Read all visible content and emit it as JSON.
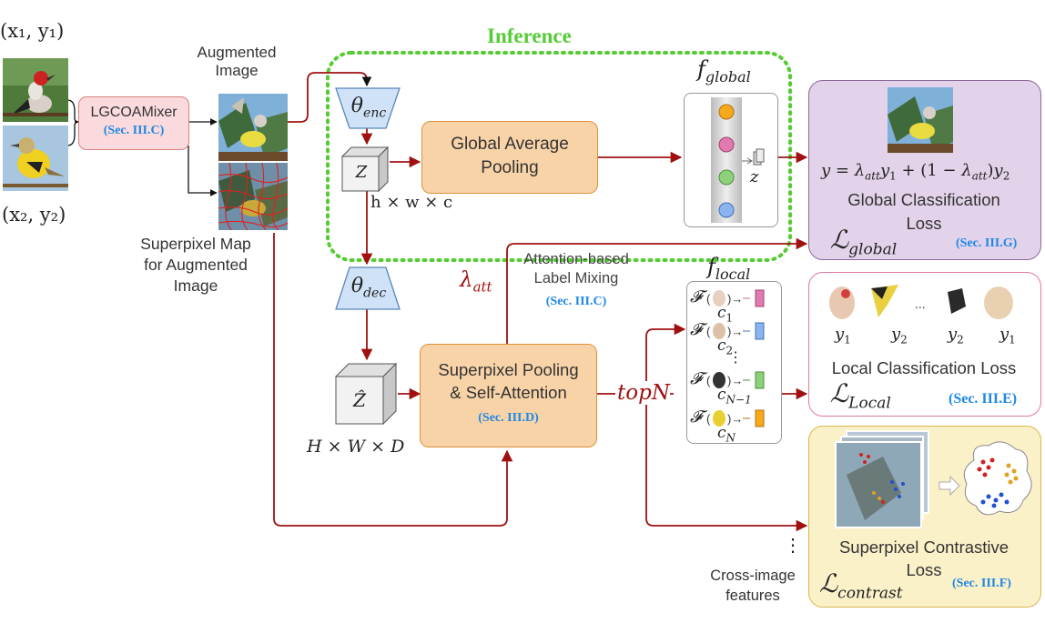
{
  "inputs": {
    "pair1": "(x₁, y₁)",
    "pair2": "(x₂, y₂)"
  },
  "mixer": {
    "title": "LGCOAMixer",
    "sec": "(Sec. III.C)"
  },
  "augmented_label": [
    "Augmented",
    "Image"
  ],
  "superpixel_label": [
    "Superpixel Map",
    "for Augmented",
    "Image"
  ],
  "inference_label": "Inference",
  "encoder": {
    "symbol": "θ",
    "sub": "enc"
  },
  "decoder": {
    "symbol": "θ",
    "sub": "dec"
  },
  "z_small": {
    "symbol": "Z",
    "dims": "h × w × c"
  },
  "z_large": {
    "symbol": "Ẑ",
    "dims": "H × W × D"
  },
  "gap": {
    "line1": "Global Average",
    "line2": "Pooling"
  },
  "sp_pool": {
    "line1": "Superpixel Pooling",
    "line2": "& Self-Attention",
    "sec": "(Sec. III.D)"
  },
  "f_global": {
    "symbol": "f",
    "sub": "global",
    "z": "z"
  },
  "f_local": {
    "symbol": "f",
    "sub": "local",
    "items": [
      {
        "F": "𝓕",
        "c": "c",
        "sub": "1"
      },
      {
        "F": "𝓕",
        "c": "c",
        "sub": "2"
      },
      {
        "F": "𝓕",
        "c": "c",
        "sub": "N−1"
      },
      {
        "F": "𝓕",
        "c": "c",
        "sub": "N"
      }
    ]
  },
  "lambda_att": {
    "symbol": "λ",
    "sub": "att"
  },
  "label_mixing": {
    "line1": "Attention-based",
    "line2": "Label Mixing",
    "sec": "(Sec. III.C)"
  },
  "topN": "topN",
  "global_loss": {
    "formula": "y = λattY1 + (1 − λatt)y2",
    "formula_parts": {
      "y": "y",
      "eq": " = ",
      "lam": "λ",
      "att": "att",
      "y1": "y",
      "s1": "1",
      "plus": " + (1 − ",
      "lam2": "λ",
      "att2": "att",
      "close": ")",
      "y2": "y",
      "s2": "2"
    },
    "title1": "Global Classification",
    "title2": "Loss",
    "L_symbol": "ℒ",
    "L_sub": "global",
    "sec": "(Sec. III.G)"
  },
  "local_loss": {
    "labels": [
      "y",
      "y",
      "y",
      "y"
    ],
    "label_subs": [
      "1",
      "2",
      "2",
      "1"
    ],
    "ellipsis": "...",
    "title": "Local Classification Loss",
    "L_symbol": "ℒ",
    "L_sub": "Local",
    "sec": "(Sec. III.E)"
  },
  "contrast_loss": {
    "title1": "Superpixel Contrastive",
    "title2": "Loss",
    "L_symbol": "ℒ",
    "L_sub": "contrast",
    "sec": "(Sec. III.F)"
  },
  "cross_image": {
    "dots": "⋮",
    "line1": "Cross-image",
    "line2": "features"
  },
  "colors": {
    "arrow": "#a01010",
    "inference": "#55cc33",
    "mixer_fill": "#fadadd",
    "mixer_border": "#d98080",
    "orange_fill": "#f9d3a8",
    "orange_border": "#d8923a",
    "encdec_fill": "#cfe2f8",
    "encdec_border": "#5a86b8",
    "purple_fill": "#e3d3ea",
    "purple_border": "#8a6a9a",
    "yellow_fill": "#fbf1c9",
    "yellow_border": "#d8b850",
    "pink_border": "#e07aa0",
    "sec_blue": "#1e88e5",
    "node_orange": "#f7a81b",
    "node_pink": "#e07ab0",
    "node_green": "#8fd17a",
    "node_blue": "#8ab4f0"
  }
}
